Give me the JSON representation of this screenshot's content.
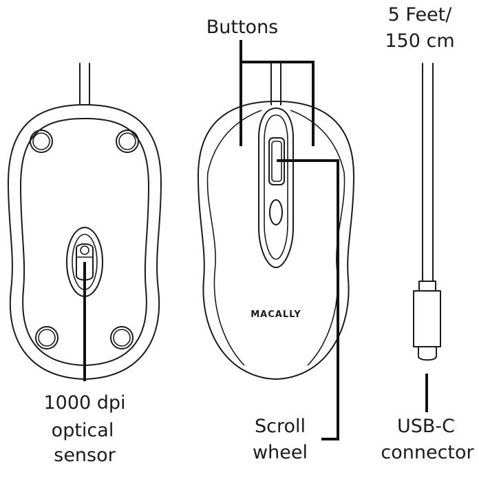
{
  "labels": {
    "buttons": "Buttons",
    "cable_length_line1": "5 Feet/",
    "cable_length_line2": "150 cm",
    "sensor_line1": "1000 dpi",
    "sensor_line2": "optical",
    "sensor_line3": "sensor",
    "scroll_line1": "Scroll",
    "scroll_line2": "wheel",
    "usb_line1": "USB-C",
    "usb_line2": "connector"
  },
  "brand": "MACALLY"
}
